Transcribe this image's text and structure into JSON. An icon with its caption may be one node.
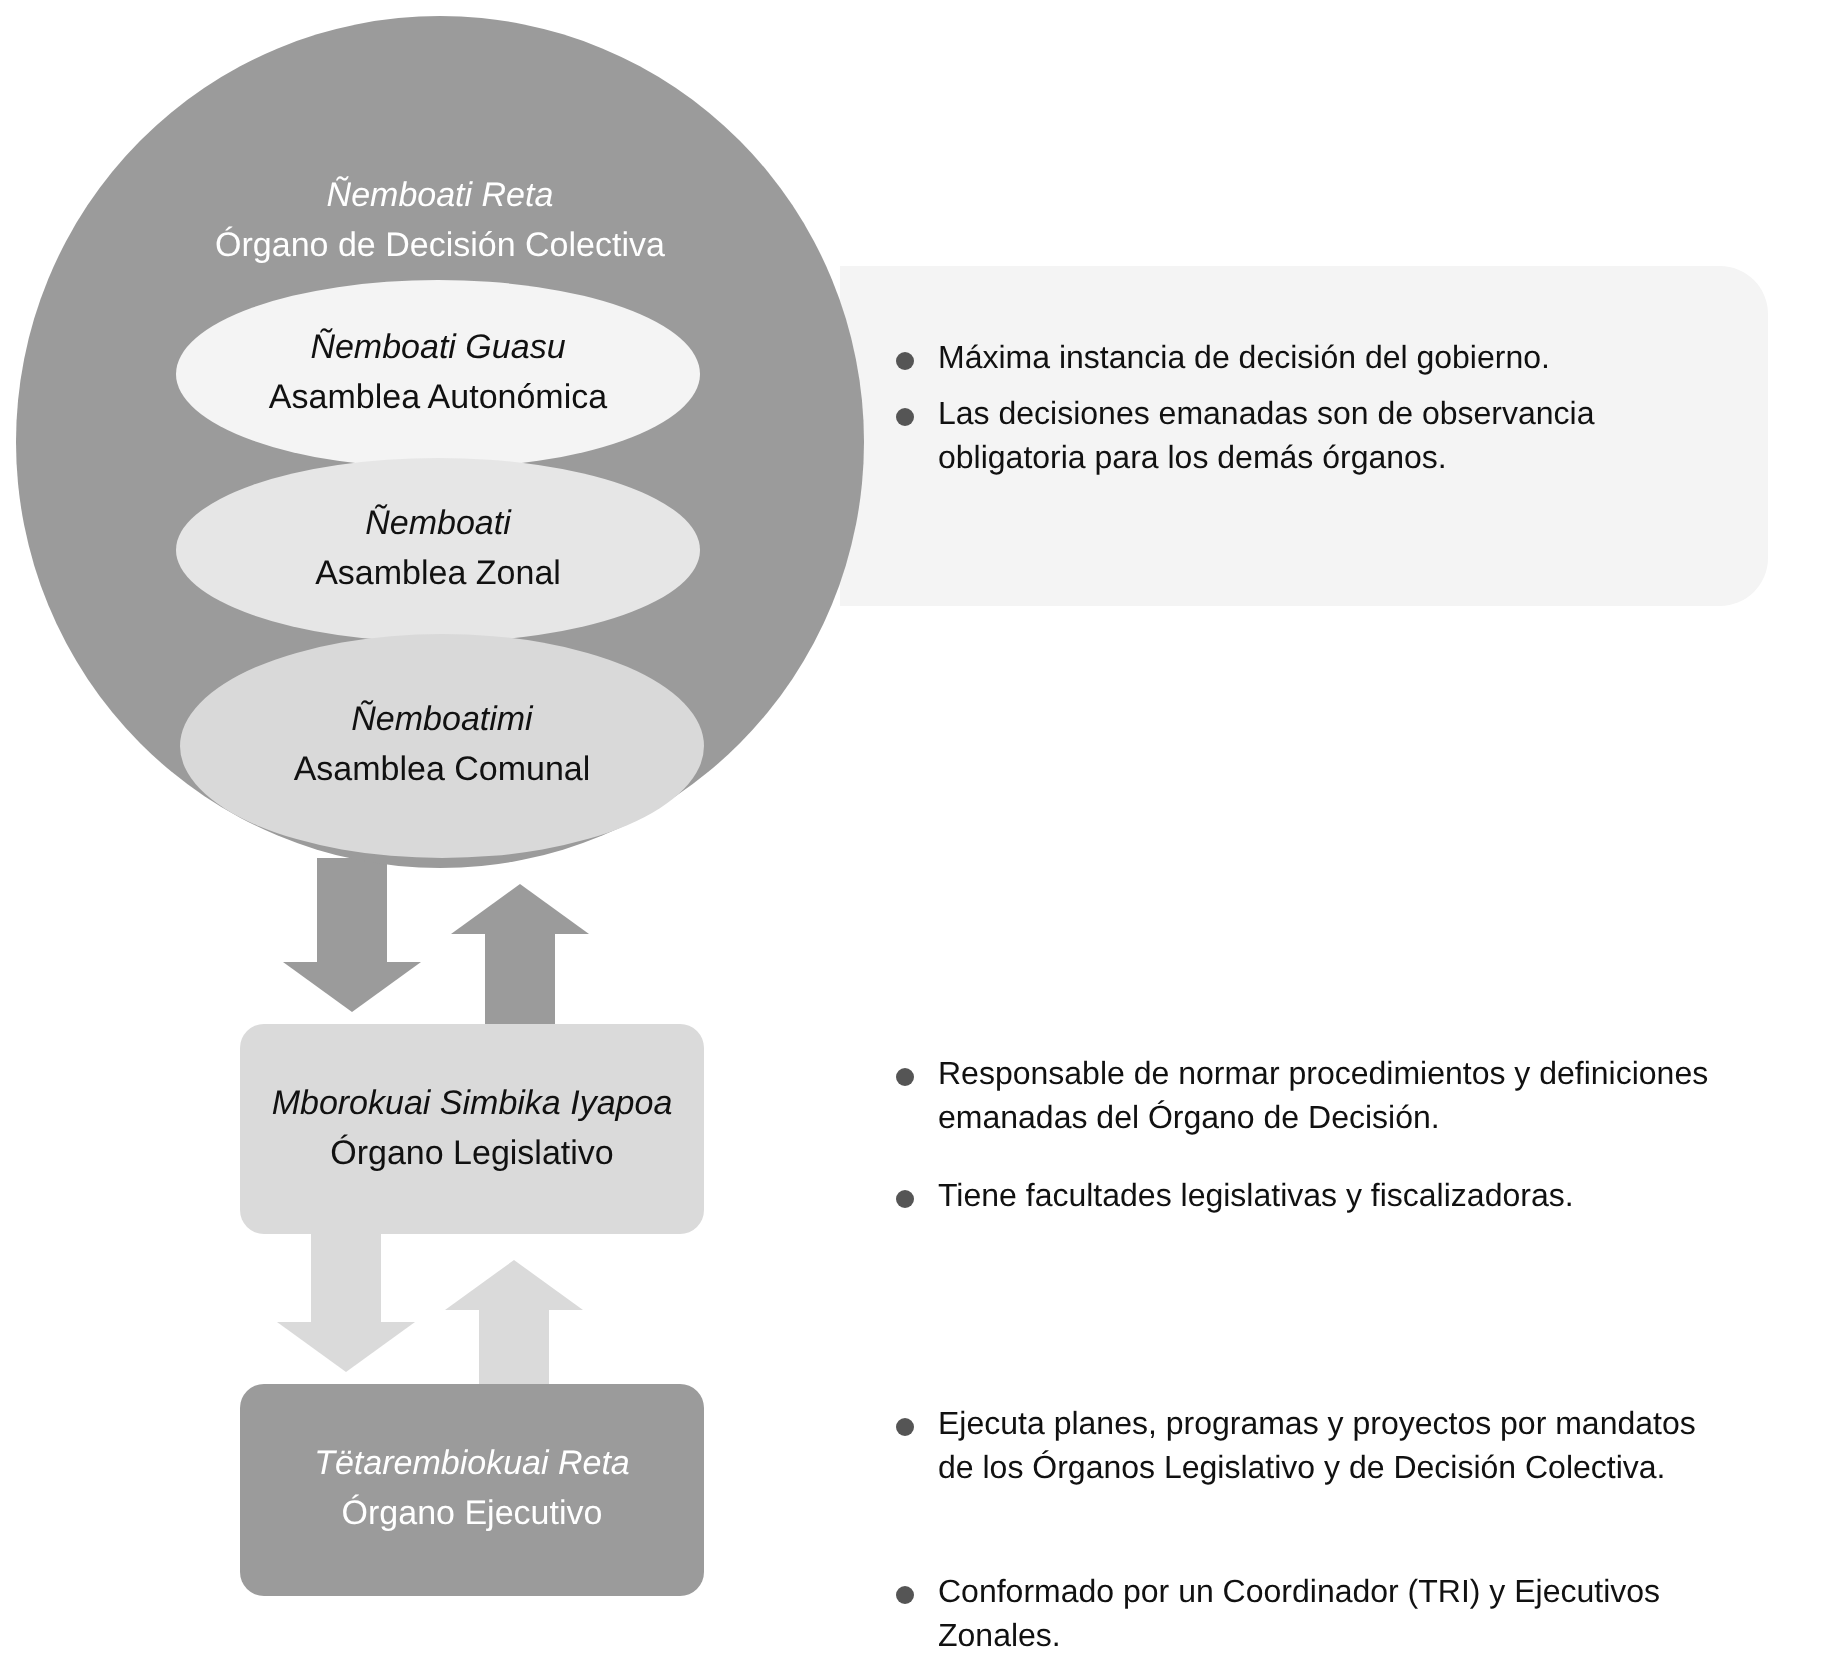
{
  "diagram": {
    "nodes": [
      {
        "text": [
          "Ñemboati Reta",
          "Órgano de Decisión Colectiva"
        ]
      },
      {
        "text": [
          "Ñemboati Guasu",
          "Asamblea Autonómica"
        ],
        "in": 0
      },
      {
        "text": [
          "Ñemboati",
          "Asamblea Zonal"
        ],
        "in": 0
      },
      {
        "text": [
          "Ñemboatimi",
          "Asamblea Comunal"
        ],
        "in": 0
      },
      {
        "text": [
          "Máxima instancia de decisión del gobierno.",
          "Las decisiones emanadas son de observancia obligatoria para los demás órganos."
        ]
      },
      {
        "text": [
          "Mborokuai Simbika Iyapoa",
          "Órgano Legislativo"
        ]
      },
      {
        "text": [
          "Tëtarembiokuai Reta",
          "Órgano Ejecutivo"
        ]
      }
    ],
    "edges": [
      {
        "from": 3,
        "to": 5,
        "arrow": "to",
        "color": "#9b9b9b"
      },
      {
        "from": 5,
        "to": 3,
        "arrow": "to",
        "color": "#9b9b9b"
      },
      {
        "from": 5,
        "to": 6,
        "arrow": "to",
        "color": "#dadada"
      },
      {
        "from": 6,
        "to": 5,
        "arrow": "to",
        "color": "#dadada"
      }
    ],
    "labels": [
      "Responsable de normar procedimientos y definiciones emanadas del Órgano de Decisión.",
      "Tiene facultades legislativas y fiscalizadoras.",
      "Ejecuta planes, programas y proyectos por mandatos de los Órganos Legislativo y de Decisión Colectiva.",
      "Conformado por un Coordinador (TRI) y Ejecutivos Zonales."
    ]
  }
}
